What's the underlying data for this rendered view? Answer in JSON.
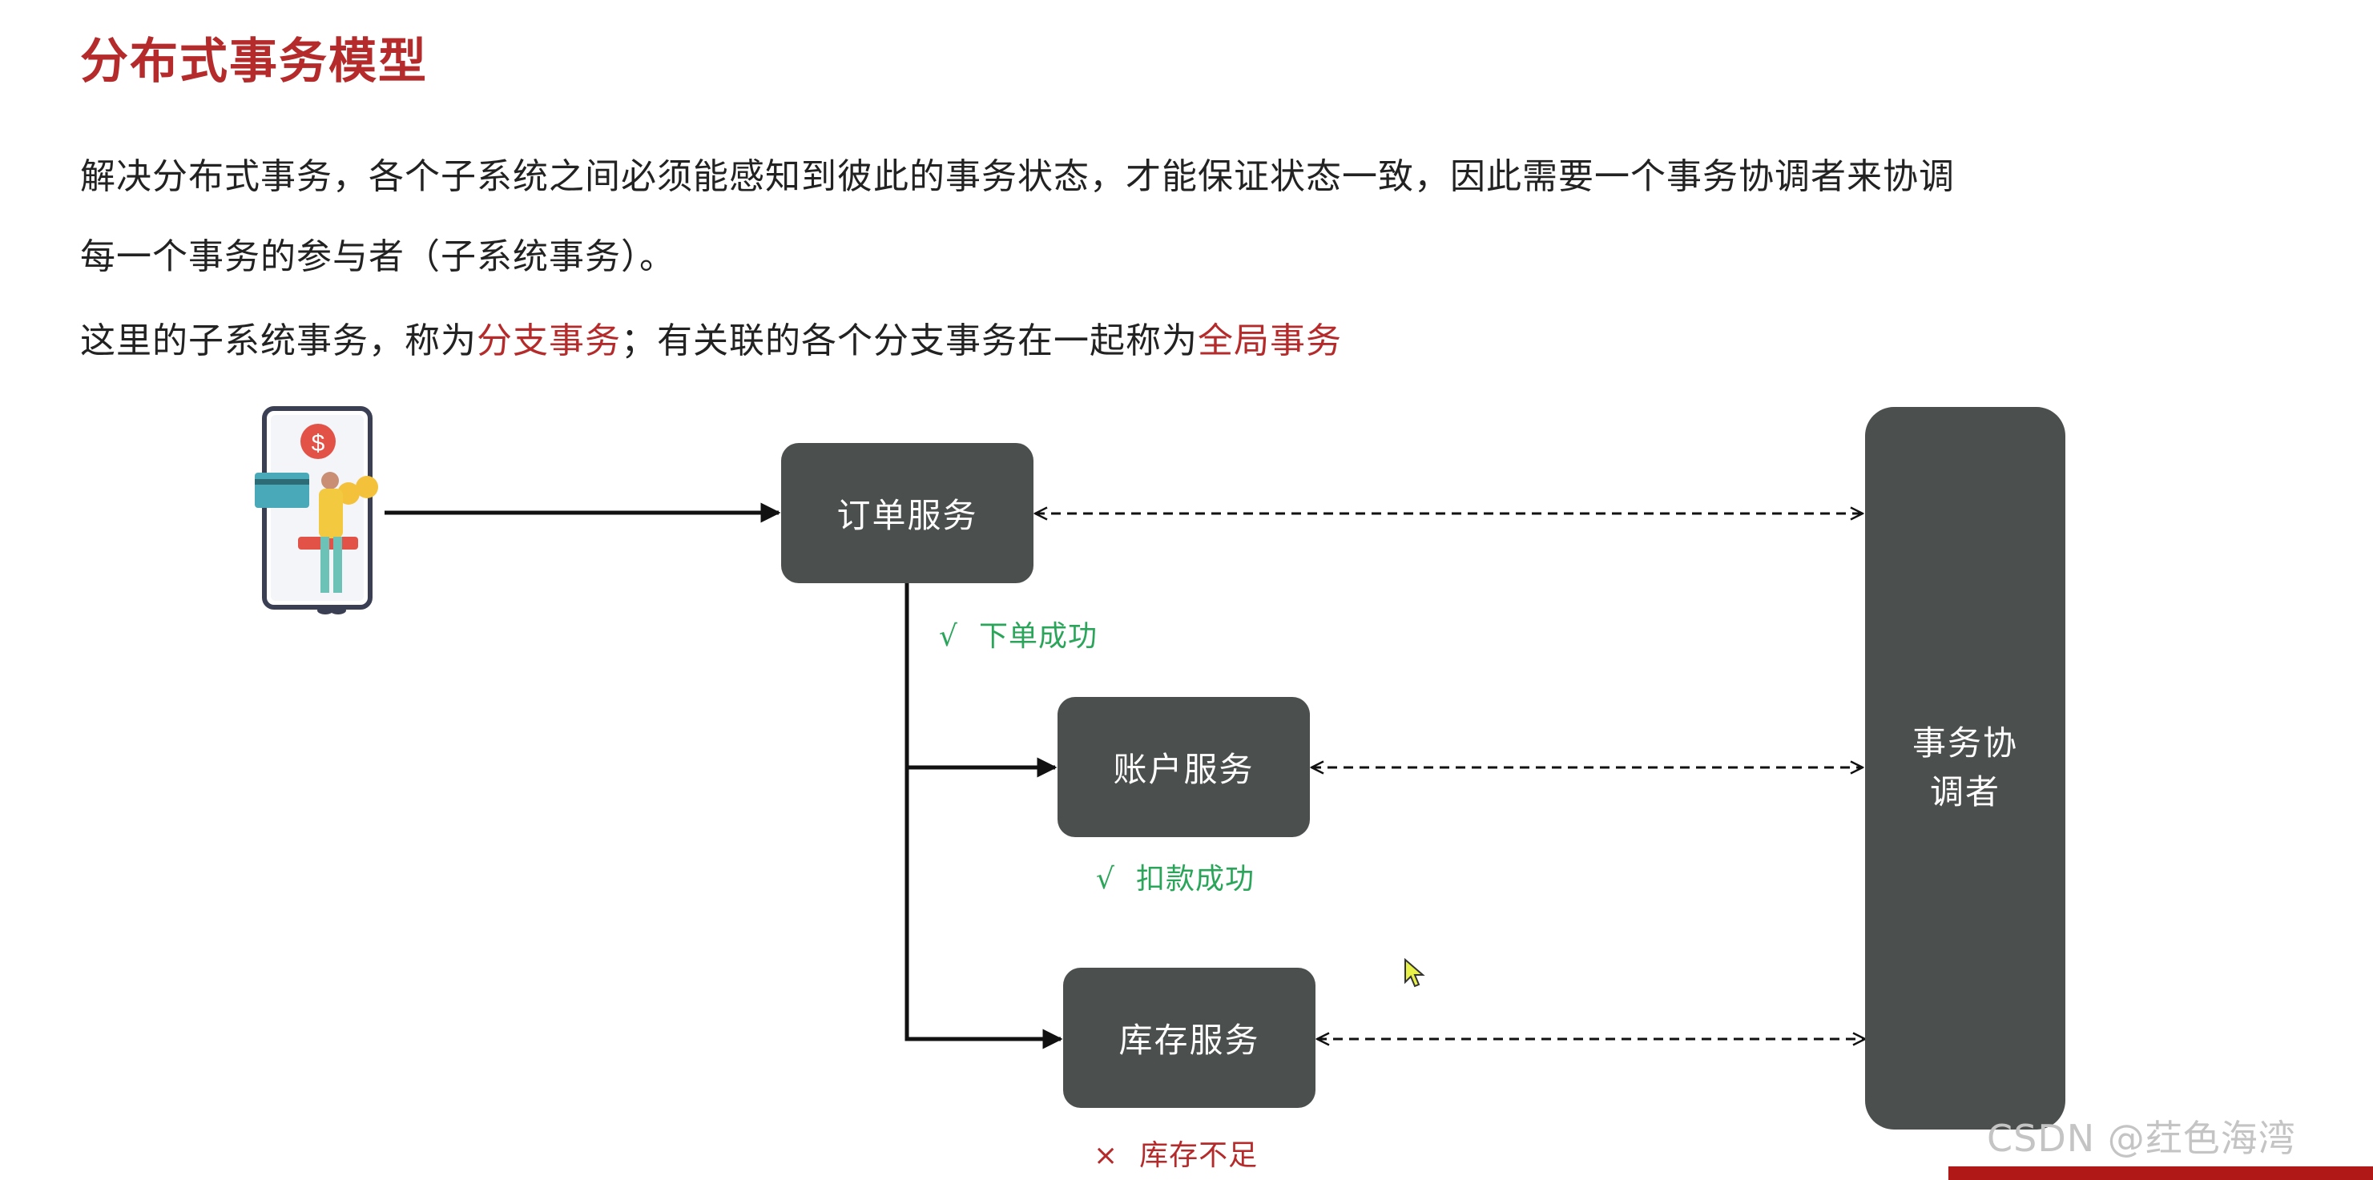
{
  "slide": {
    "title": "分布式事务模型",
    "para1": "解决分布式事务，各个子系统之间必须能感知到彼此的事务状态，才能保证状态一致，因此需要一个事务协调者来协调",
    "para2": "每一个事务的参与者（子系统事务）。",
    "para3": {
      "part1": "这里的子系统事务，称为",
      "highlight1": "分支事务",
      "part2": "；有关联的各个分支事务在一起称为",
      "highlight2": "全局事务"
    }
  },
  "diagram": {
    "order_service": "订单服务",
    "account_service": "账户服务",
    "stock_service": "库存服务",
    "coordinator": "事务协调者",
    "order_status": {
      "mark": "√",
      "text": "下单成功"
    },
    "account_status": {
      "mark": "√",
      "text": "扣款成功"
    },
    "stock_status": {
      "mark": "×",
      "text": "库存不足"
    },
    "phone_icon_symbol": "$"
  },
  "colors": {
    "title": "#b52a2a",
    "box": "#4b4f4d",
    "success": "#2aa55a",
    "fail": "#b52a2a"
  },
  "watermark": "CSDN @荭色海湾"
}
